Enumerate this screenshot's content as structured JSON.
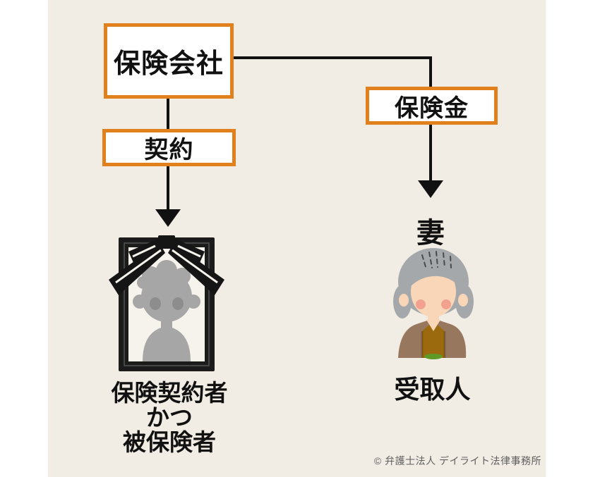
{
  "diagram": {
    "insurer_label": "保険会社",
    "contract_label": "契約",
    "benefit_label": "保険金",
    "wife_label": "妻",
    "deceased_caption": {
      "line1": "保険契約者",
      "line2": "かつ",
      "line3": "被保険者"
    },
    "beneficiary_label": "受取人",
    "copyright": "© 弁護士法人 デイライト法律事務所"
  },
  "illustrations": {
    "deceased": "memorial-portrait-with-black-ribbon",
    "beneficiary": "elderly-woman"
  },
  "colors": {
    "background": "#ffffff",
    "panel": "#f1ece4",
    "box_fill": "#ffffff",
    "box_border": "#e0811e",
    "line": "#111111",
    "text": "#111111",
    "copyright_text": "#5f5f5f",
    "frame": "#1b1b1b",
    "mat": "#f6f3ed",
    "silhouette": "#a6a6a6",
    "silhouette_dark": "#8d8d8d",
    "ribbon": "#151515",
    "hair_gray": "#a5a8ab",
    "hair_strand": "#4a4a4a",
    "skin": "#f9d6b7",
    "cheek": "#f2a18e",
    "cardigan": "#97785f",
    "inner_shirt": "#9c6a0e",
    "collar_green": "#5f9a28"
  }
}
